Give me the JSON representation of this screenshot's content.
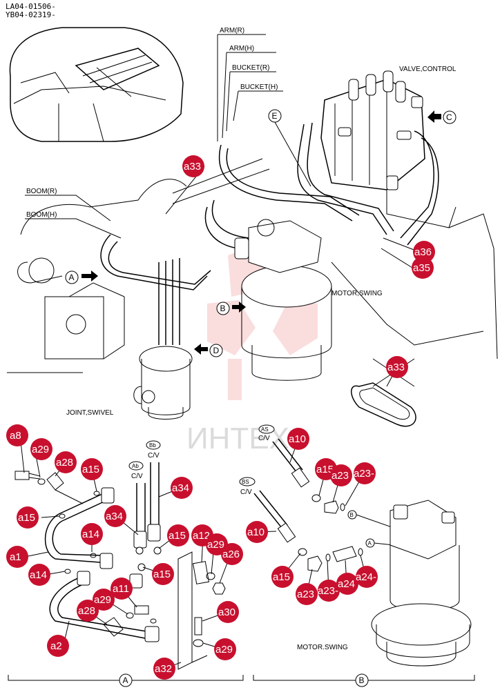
{
  "header": {
    "code_line_1": "LA04-01506-",
    "code_line_2": "YB04-02319-"
  },
  "labels": {
    "arm_r": "ARM(R)",
    "arm_h": "ARM(H)",
    "bucket_r": "BUCKET(R)",
    "bucket_h": "BUCKET(H)",
    "valve_control": "VALVE,CONTROL",
    "boom_r": "BOOM(R)",
    "boom_h": "BOOM(H)",
    "motor_swing_top": "MOTOR,SWING",
    "joint_swivel": "JOINT,SWIVEL",
    "motor_swing_bottom": "MOTOR.SWING",
    "cv_ab": "C/V",
    "cv_bb": "C/V",
    "cv_as": "C/V",
    "cv_bs": "C/V"
  },
  "circle_letters": {
    "a": "A",
    "b": "B",
    "c": "C",
    "d": "D",
    "e": "E",
    "ab": "Ab",
    "bb": "Bb",
    "as": "AS",
    "bs": "BS",
    "small_a": "A",
    "small_b": "B",
    "section_a": "A",
    "section_b": "B"
  },
  "callouts": {
    "a33_top": "a33",
    "a36": "a36",
    "a35": "a35",
    "a33_mid": "a33",
    "a8": "a8",
    "a29_1": "a29",
    "a28_1": "a28",
    "a15_1": "a15",
    "a34_1": "a34",
    "a15_2": "a15",
    "a34_2": "a34",
    "a14_1": "a14",
    "a15_3": "a15",
    "a12": "a12",
    "a29_2": "a29",
    "a26": "a26",
    "a1": "a1",
    "a14_2": "a14",
    "a15_4": "a15",
    "a11": "a11",
    "a29_3": "a29",
    "a28_2": "a28",
    "a2": "a2",
    "a30": "a30",
    "a29_4": "a29",
    "a32": "a32",
    "a10_1": "a10",
    "a15_5": "a15",
    "a23_1": "a23",
    "a23_2": "a23-",
    "a10_2": "a10",
    "a15_6": "a15",
    "a23_3": "a23",
    "a23_4": "a23-",
    "a24_1": "a24",
    "a24_2": "a24-"
  },
  "watermark": "ИНТЕХ",
  "colors": {
    "callout": "#c8102e",
    "watermark": "#e14040"
  }
}
